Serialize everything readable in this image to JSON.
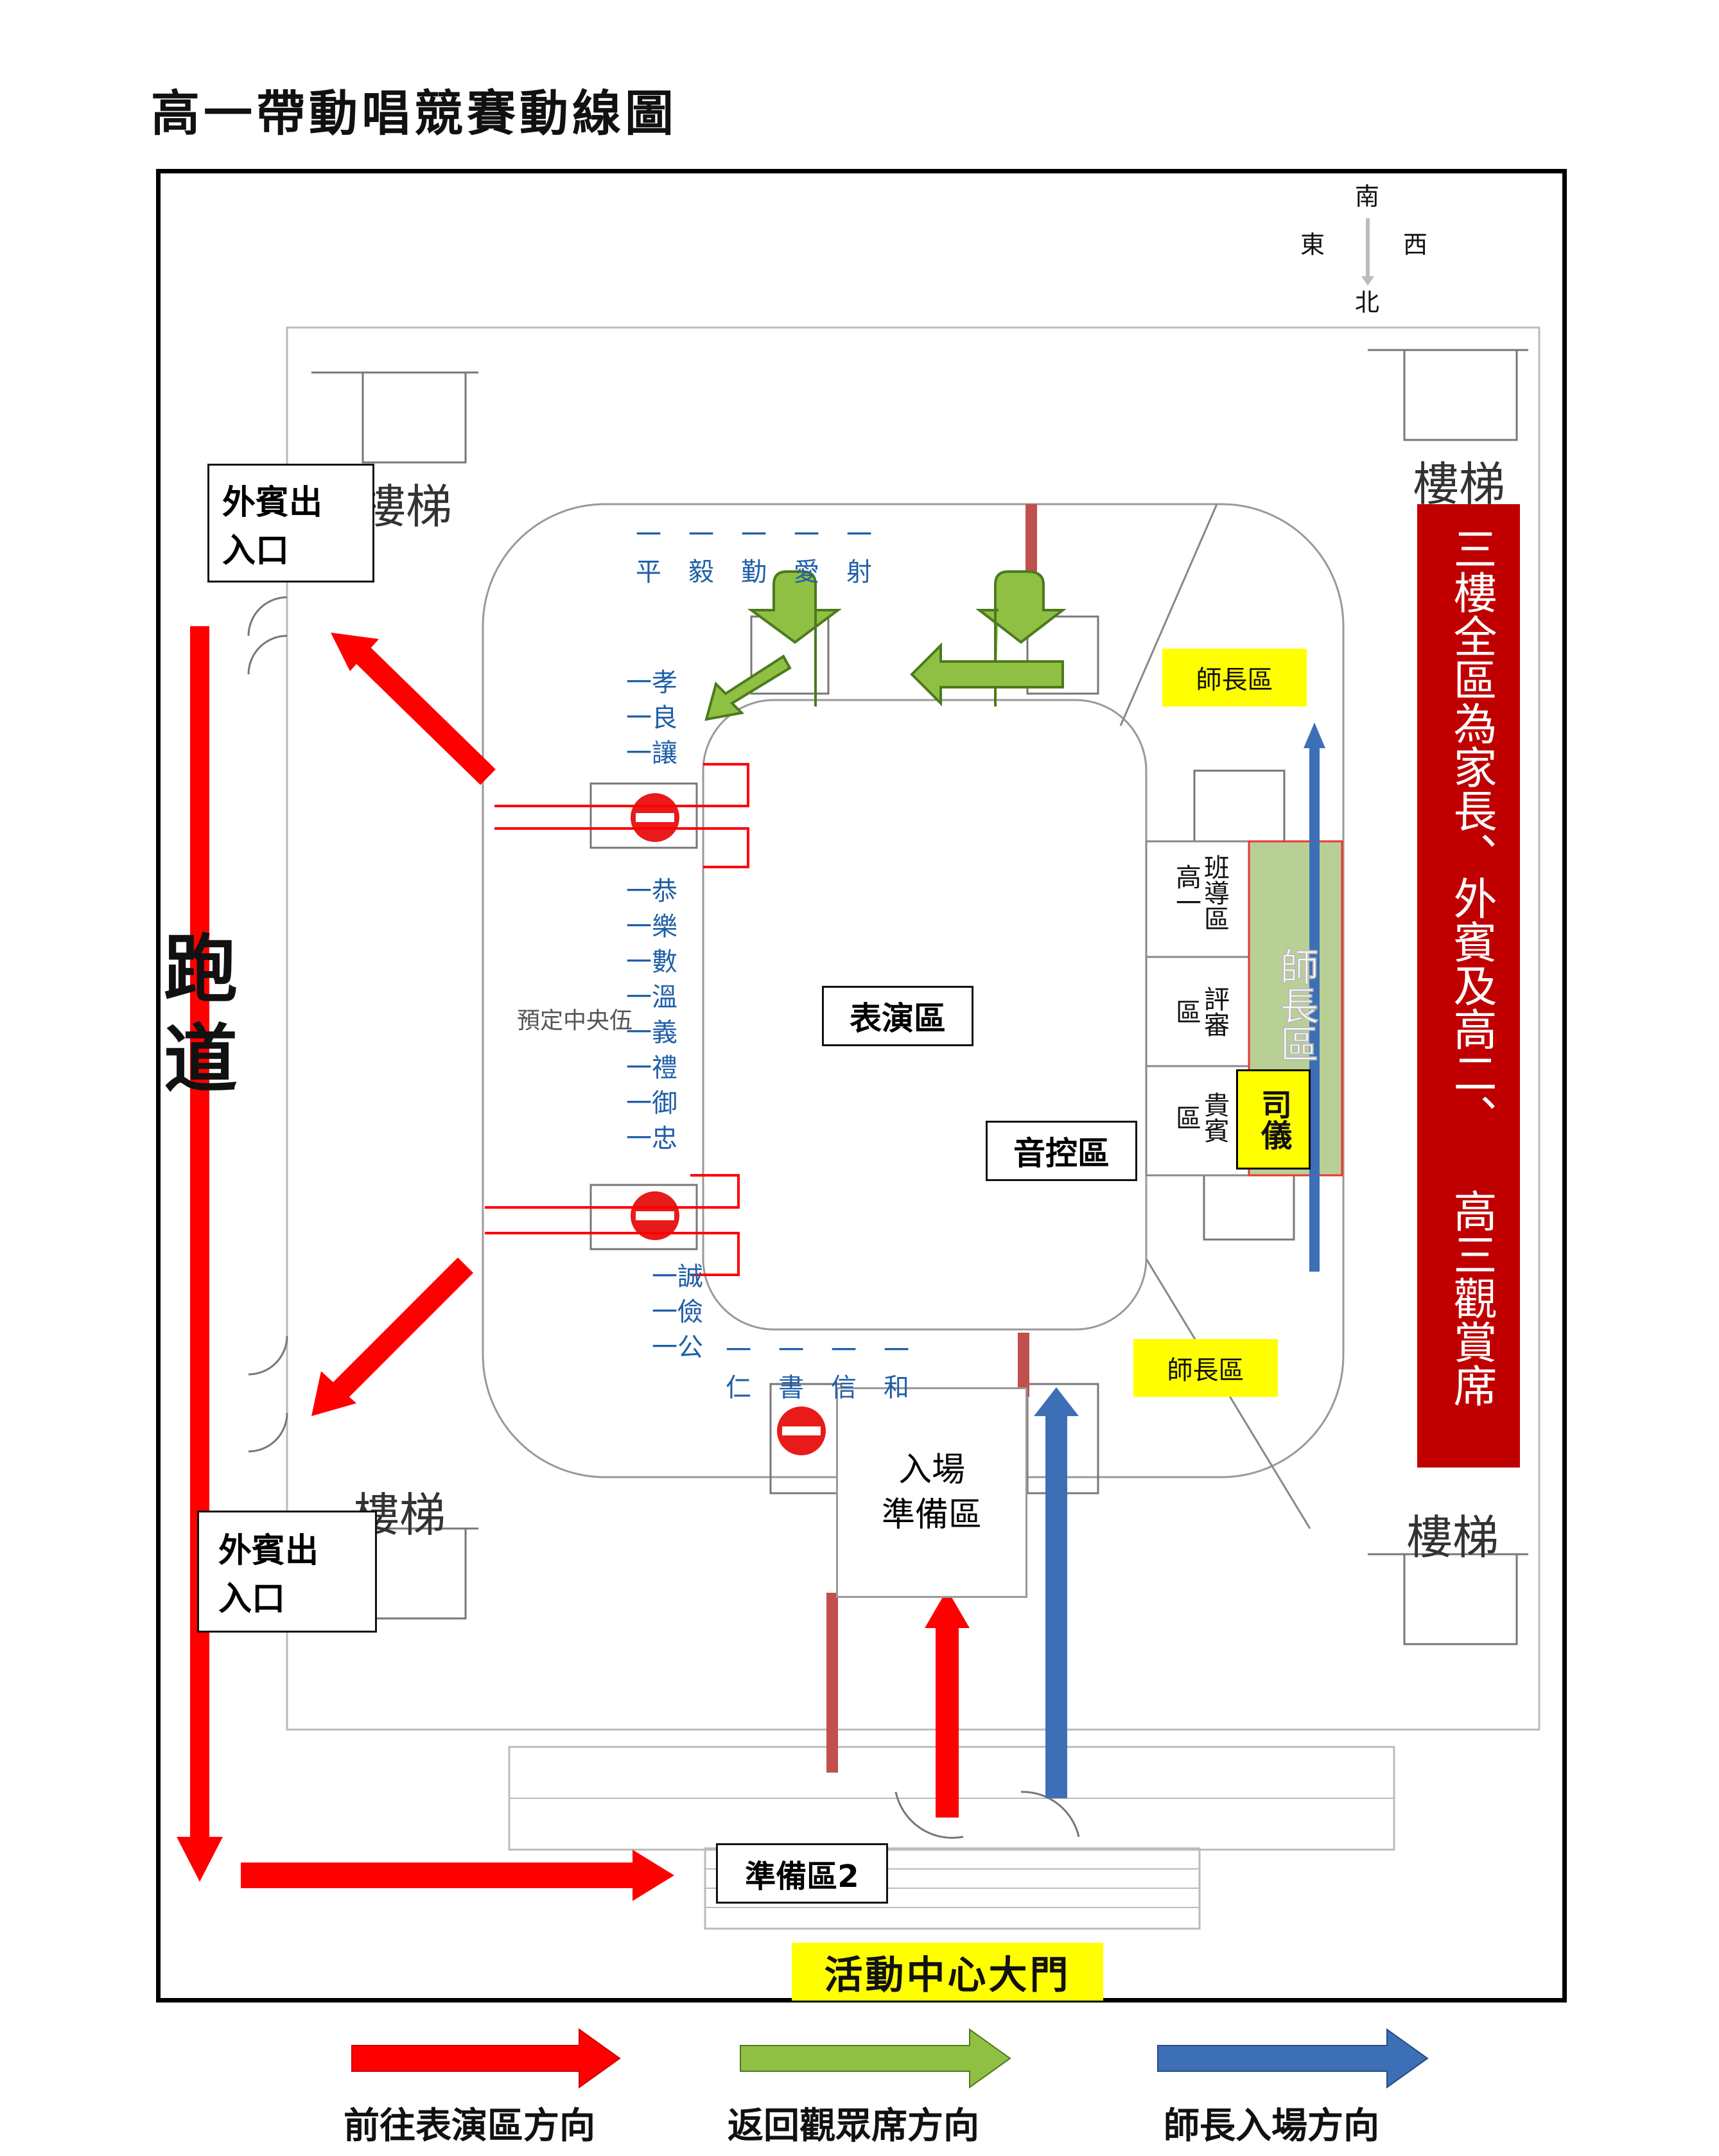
{
  "title": "高一帶動唱競賽動線圖",
  "compass": {
    "south": "南",
    "east": "東",
    "west": "西",
    "north": "北"
  },
  "stairs_label": "樓梯",
  "guest_entrance": {
    "line1": "外賓出",
    "line2": "入口"
  },
  "track": {
    "line1": "跑",
    "line2": "道"
  },
  "perf_area": "表演區",
  "sound_area": "音控區",
  "central_label": "預定中央伍",
  "entry_prep": {
    "line1": "入場",
    "line2": "準備區"
  },
  "prep2": "準備區2",
  "main_gate": "活動中心大門",
  "teacher_area": "師長區",
  "teacher_area_big": "師長區",
  "mc": "司儀",
  "zones": {
    "homeroom": "班導區",
    "homeroom_prefix": "高一",
    "judges": "評審",
    "judges_prefix": "區",
    "vip": "貴賓",
    "vip_prefix": "區"
  },
  "third_floor": "三樓全區為家長、外賓及高二、 高三觀賞席",
  "classes": {
    "top": [
      "平",
      "毅",
      "勤",
      "愛",
      "射"
    ],
    "left_upper": [
      "孝",
      "良",
      "讓"
    ],
    "left_mid": [
      "恭",
      "樂",
      "數",
      "溫",
      "義",
      "禮",
      "御",
      "忠"
    ],
    "left_lower": [
      "誠",
      "儉",
      "公"
    ],
    "bottom": [
      "仁",
      "書",
      "信",
      "和"
    ],
    "prefix": "一"
  },
  "legend": {
    "red": "前往表演區方向",
    "green": "返回觀眾席方向",
    "blue": "師長入場方向"
  },
  "colors": {
    "red": "#ff0000",
    "green": "#8fc043",
    "blue": "#3d6fb6",
    "dark_red": "#c00000",
    "yellow": "#ffff00",
    "class_blue": "#1f5fa8",
    "teacher_green": "#b8cf95"
  }
}
